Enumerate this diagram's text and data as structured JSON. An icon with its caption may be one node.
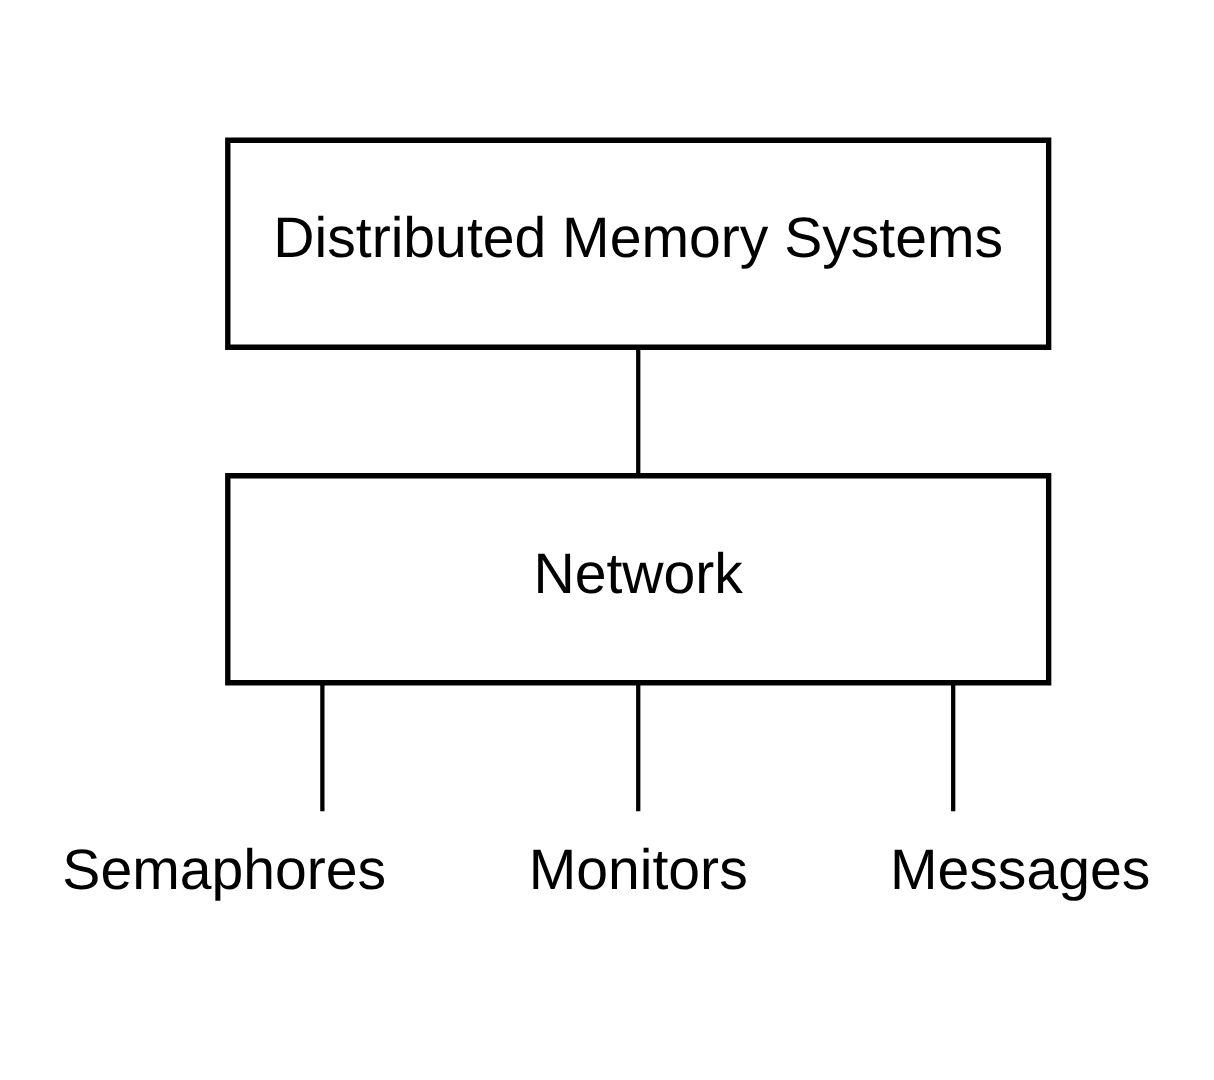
{
  "diagram": {
    "nodes": [
      {
        "text": [
          "Distributed Memory Systems"
        ]
      },
      {
        "text": [
          "Network"
        ]
      },
      {
        "text": [
          "Semaphores"
        ]
      },
      {
        "text": [
          "Monitors"
        ]
      },
      {
        "text": [
          "Messages"
        ]
      }
    ],
    "edges": [
      {
        "from": 0,
        "to": 1,
        "arrow": "none"
      },
      {
        "from": 1,
        "to": 2,
        "arrow": "none"
      },
      {
        "from": 1,
        "to": 3,
        "arrow": "none"
      },
      {
        "from": 1,
        "to": 4,
        "arrow": "none"
      }
    ]
  }
}
